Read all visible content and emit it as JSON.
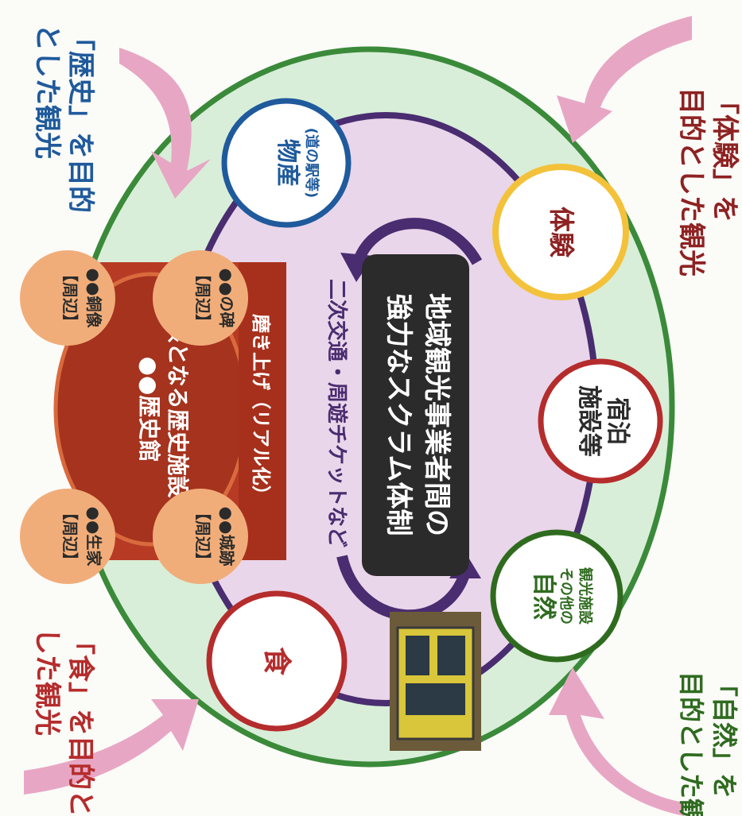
{
  "colors": {
    "outer_fill": "#d8eed9",
    "outer_stroke": "#3a8a3a",
    "inner_fill": "#e9d6ea",
    "ring_stroke": "#4a2c70",
    "history": "#1f5a9c",
    "food": "#b52c2c",
    "experience": "#8e2222",
    "nature": "#2f6b1f",
    "arrow_pink": "#e7a7c4",
    "core_red": "#b73b24",
    "satellite": "#f1ad79",
    "center_box": "#2b2b2b",
    "ticket_text": "#4a2c70"
  },
  "corners": {
    "history": [
      "「歴史」を目的",
      "とした観光"
    ],
    "experience": [
      "「体験」を",
      "目的とした観光"
    ],
    "food": [
      "「食」を目的と",
      "した観光"
    ],
    "nature": [
      "「自然」を",
      "目的とした観光"
    ]
  },
  "nodes": {
    "bussan_title": "物産",
    "bussan_sub": "(道の駅等)",
    "taiken": "体験",
    "shukuhaku_line1": "宿泊",
    "shukuhaku_line2": "施設等",
    "shizen_title": "自然",
    "shizen_sub1": "その他の",
    "shizen_sub2": "観光施設",
    "shoku": "食"
  },
  "core": {
    "line1": "核となる歴史施設",
    "line2": "●●歴史館",
    "polish": "磨き上げ（リアル化）"
  },
  "satellites": [
    {
      "tag": "【周辺】",
      "name": "●●銅像"
    },
    {
      "tag": "【周辺】",
      "name": "●●の碑"
    },
    {
      "tag": "【周辺】",
      "name": "●●生家"
    },
    {
      "tag": "【周辺】",
      "name": "●●城跡"
    }
  ],
  "transport": "二次交通・周遊チケットなど",
  "center": {
    "line1": "地域観光事業者間の",
    "line2": "強力なスクラム体制"
  },
  "icons": {
    "bus": "bus-photo"
  }
}
